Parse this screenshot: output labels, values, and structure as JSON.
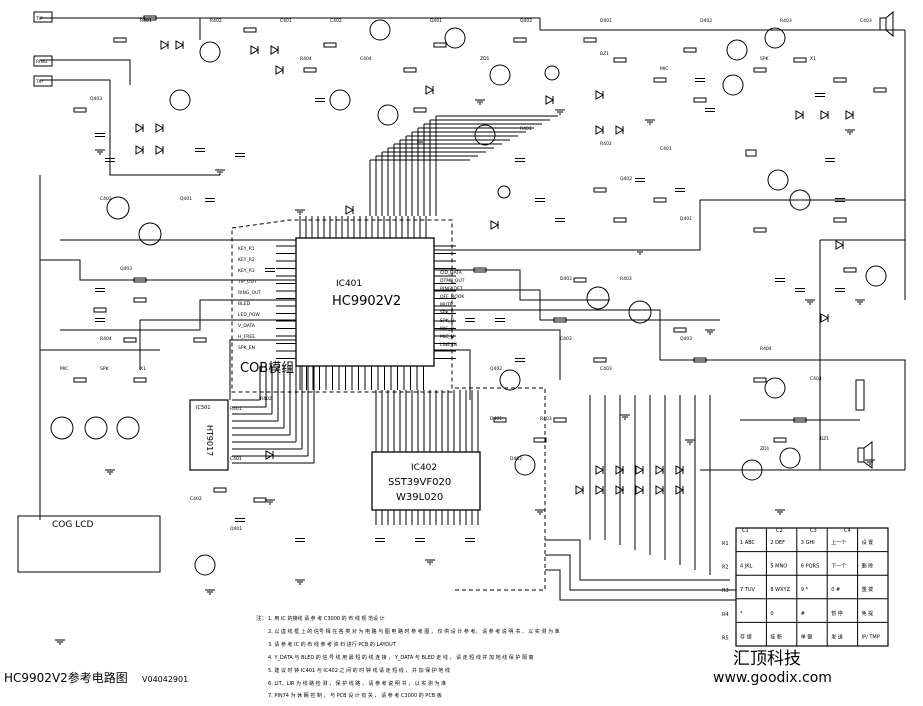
{
  "schematic": {
    "inputs": [
      "TIP",
      "RING",
      "TIP"
    ],
    "main_ic": {
      "ref": "IC401",
      "part": "HC9902V2",
      "module_label": "COB模组"
    },
    "flash_ic": {
      "ref": "IC402",
      "part_a": "SST39VF020",
      "part_b": "W39L020"
    },
    "aux_ic": {
      "ref": "IC501",
      "part": "HT9017"
    },
    "lcd_label": "COG LCD",
    "notes_label": "注：",
    "notes": [
      "1. 用 IC 的接线 请 参 考 C3000 的 布 线 规 范设 计",
      "2. 以 虚 线 框 上 的 信号 相 在 各 类 对 为 电 路 与 图 电 路 时 参 考 图 ， 仅 供 设 计 参 考。 请 参 考 说 明 书 ， 以 实 测 为 准",
      "3. 请 参 考 IC 的 布 线 参 考 资 料 进行 PCB 的 LAYOUT",
      "4. Y_DATA 与 BLED 的 信 号 线 用 最 短 的 线 连 接 ， Y_DATA 与 BLED 走 线 ， 请 走 短 线 并 加 地 线 保 护 隔 离",
      "5. 建 议 时 钟 IC401 与 IC402 之 间 的 时 钟 线 请 走 短 线 ， 并 加 保 护 地 线",
      "6. LIT、LIR 为 线 路 检 测 ， 保 护 线 路 ， 请 参 考 说 明 书 ， 以 实 测 为 准",
      "7. PIN74 为 休 眠 控 制 ， 与 PCB 设 计 有 关 ， 请 参 考 C3000 的 PCB 板"
    ],
    "keypad": {
      "col_labels": [
        "C1",
        "C2",
        "C3",
        "C4"
      ],
      "row_labels": [
        "R1",
        "R2",
        "R3",
        "R4",
        "R5"
      ],
      "keys": [
        [
          "1 ABC",
          "2 DEF",
          "3 GHI",
          "上一个",
          "设 置"
        ],
        [
          "4 JKL",
          "5 MNO",
          "6 PQRS",
          "下一个",
          "删 除"
        ],
        [
          "7 TUV",
          "8 WXYZ",
          "9 *",
          "0 #",
          "重 拨"
        ],
        [
          "*",
          "0",
          "#",
          "暂 停",
          "免 提"
        ],
        [
          "存 储",
          "挂 断",
          "单 键",
          "发 送",
          "IP/ TMP"
        ]
      ]
    },
    "brand_cn": "汇顶科技",
    "brand_url": "www.goodix.com",
    "title": "HC9902V2参考电路图",
    "doc_code": "V04042901",
    "signals_left": [
      "KEY_R1",
      "KEY_R2",
      "KEY_R3",
      "TIP_OUT",
      "RING_OUT",
      "BLED",
      "LED_POW",
      "V_DATA",
      "H_FREE",
      "SPK_EN"
    ],
    "signals_right": [
      "CID_DATA",
      "DTMF_OUT",
      "RING_DET",
      "OFF_HOOK",
      "MUTE",
      "SPK_P",
      "SPK_N",
      "MIC_P",
      "MIC_N",
      "LINE_IN"
    ],
    "part_labels": [
      "R401",
      "R402",
      "C401",
      "C402",
      "Q401",
      "Q402",
      "D401",
      "D402",
      "R403",
      "C403",
      "Q403",
      "R404",
      "C404",
      "ZD1",
      "BZ1",
      "MIC",
      "SPK",
      "X1"
    ]
  },
  "colors": {
    "ink": "#000000",
    "paper": "#ffffff"
  }
}
